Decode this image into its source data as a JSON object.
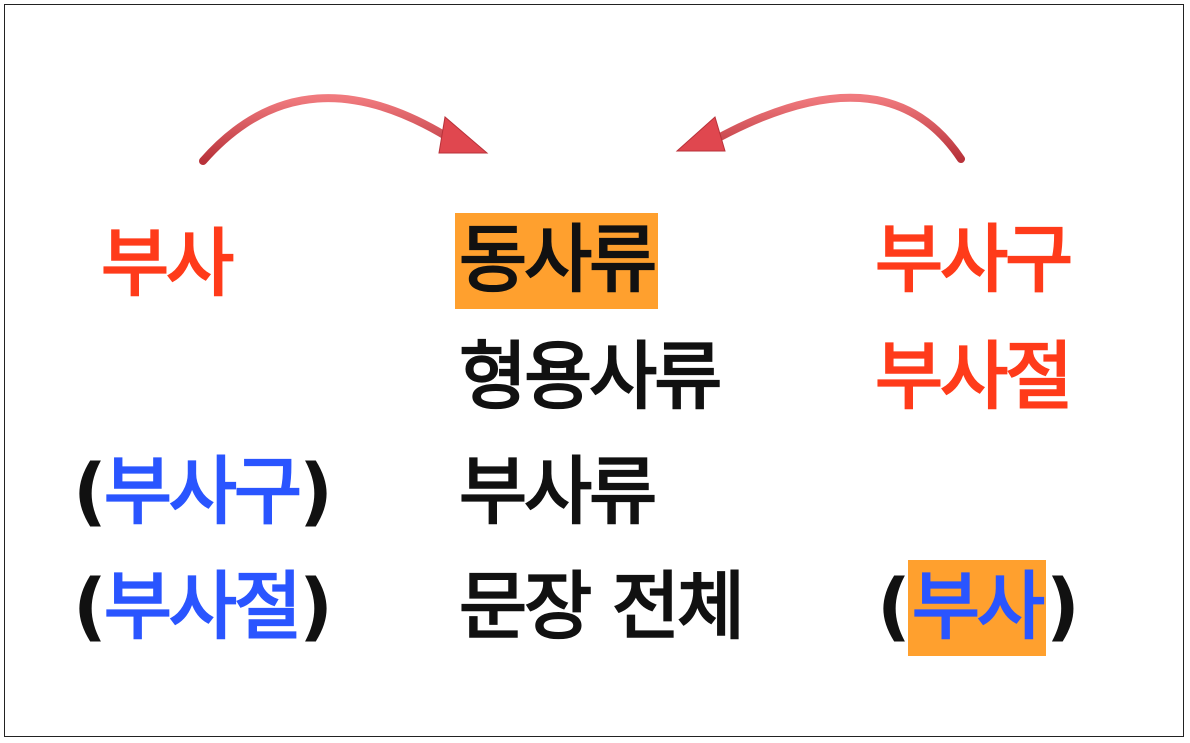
{
  "left": {
    "top_word": "부사",
    "lines": [
      {
        "open": "(",
        "word": "부사구",
        "close": ")"
      },
      {
        "open": "(",
        "word": "부사절",
        "close": ")"
      }
    ]
  },
  "center": {
    "items": [
      "동사류",
      "형용사류",
      "부사류",
      "문장 전체"
    ]
  },
  "right": {
    "top_words": [
      "부사구",
      "부사절"
    ],
    "bottom": {
      "open": "(",
      "word": "부사",
      "close": ")"
    }
  },
  "colors": {
    "red": "#ff3b1a",
    "blue": "#2a55ff",
    "highlight": "#ffa02e",
    "arrow": "#e0474f"
  },
  "icons": [
    "curved-arrow-right-icon",
    "curved-arrow-left-icon"
  ]
}
